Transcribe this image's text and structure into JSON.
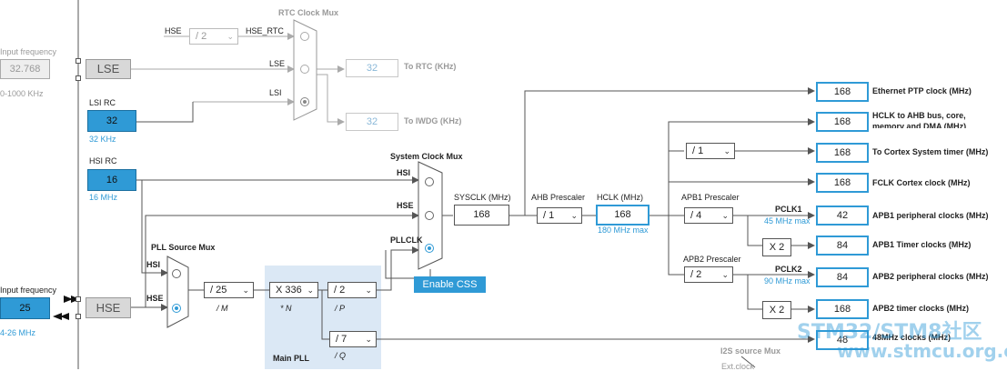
{
  "inputs": {
    "lse_freq_label": "Input frequency",
    "lse_freq_value": "32.768",
    "lse_freq_range": "0-1000 KHz",
    "lse_label": "LSE",
    "lsi_rc_label": "LSI RC",
    "lsi_value": "32",
    "lsi_unit": "32 KHz",
    "hsi_rc_label": "HSI RC",
    "hsi_value": "16",
    "hsi_unit": "16 MHz",
    "hse_freq_label": "Input frequency",
    "hse_freq_value": "25",
    "hse_freq_range": "4-26 MHz",
    "hse_label": "HSE"
  },
  "rtc": {
    "mux_title": "RTC Clock Mux",
    "hse_in": "HSE",
    "hse_div": "/ 2",
    "hse_rtc": "HSE_RTC",
    "lse_in": "LSE",
    "lsi_in": "LSI",
    "rtc_value": "32",
    "rtc_label": "To RTC (KHz)",
    "iwdg_value": "32",
    "iwdg_label": "To IWDG (KHz)"
  },
  "pll": {
    "source_mux_title": "PLL Source Mux",
    "hsi_in": "HSI",
    "hse_in": "HSE",
    "m_div": "/ 25",
    "m_label": "/ M",
    "n_mult": "X 336",
    "n_label": "* N",
    "p_div": "/ 2",
    "p_label": "/ P",
    "q_div": "/ 7",
    "q_label": "/ Q",
    "main_pll_label": "Main PLL"
  },
  "sysclk": {
    "mux_title": "System Clock Mux",
    "hsi_in": "HSI",
    "hse_in": "HSE",
    "pllclk_in": "PLLCLK",
    "enable_css": "Enable CSS",
    "sysclk_label": "SYSCLK (MHz)",
    "sysclk_value": "168",
    "ahb_label": "AHB Prescaler",
    "ahb_div": "/ 1",
    "hclk_label": "HCLK (MHz)",
    "hclk_value": "168",
    "hclk_max": "180 MHz max"
  },
  "apb": {
    "apb1_label": "APB1 Prescaler",
    "apb1_div": "/ 4",
    "pclk1_label": "PCLK1",
    "pclk1_max": "45 MHz max",
    "apb1_timer_mult": "X 2",
    "apb2_label": "APB2 Prescaler",
    "apb2_div": "/ 2",
    "pclk2_label": "PCLK2",
    "pclk2_max": "90 MHz max",
    "apb2_timer_mult": "X 2",
    "cortex_div": "/ 1"
  },
  "outputs": [
    {
      "value": "168",
      "label": "Ethernet PTP clock (MHz)"
    },
    {
      "value": "168",
      "label": "HCLK to AHB bus, core, memory and DMA (MHz)"
    },
    {
      "value": "168",
      "label": "To Cortex System timer (MHz)"
    },
    {
      "value": "168",
      "label": "FCLK Cortex clock (MHz)"
    },
    {
      "value": "42",
      "label": "APB1 peripheral clocks (MHz)"
    },
    {
      "value": "84",
      "label": "APB1 Timer clocks (MHz)"
    },
    {
      "value": "84",
      "label": "APB2 peripheral clocks (MHz)"
    },
    {
      "value": "168",
      "label": "APB2 timer clocks (MHz)"
    },
    {
      "value": "48",
      "label": "48MHz clocks (MHz)"
    }
  ],
  "i2s": {
    "mux_title": "I2S source Mux",
    "ext_clock": "Ext.clock"
  },
  "watermark": {
    "line1": "STM32/STM8社区",
    "line2": "www.stmcu.org.cn"
  },
  "colors": {
    "accent": "#2f9ad6",
    "pll_panel": "#dbe8f5",
    "wire": "#555555",
    "disabled": "#aaaaaa"
  }
}
